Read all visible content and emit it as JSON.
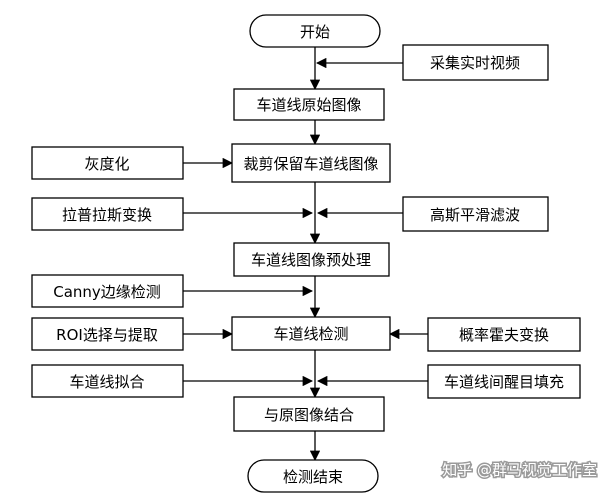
{
  "flowchart": {
    "start": "开始",
    "end": "检测结束",
    "main_steps": {
      "original_image": "车道线原始图像",
      "crop_keep": "裁剪保留车道线图像",
      "preprocess": "车道线图像预处理",
      "detect": "车道线检测",
      "combine": "与原图像结合"
    },
    "side_inputs": {
      "capture_video": "采集实时视频",
      "grayscale": "灰度化",
      "laplace": "拉普拉斯变换",
      "gaussian_smooth": "高斯平滑滤波",
      "canny": "Canny边缘检测",
      "roi": "ROI选择与提取",
      "hough": "概率霍夫变换",
      "lane_fit": "车道线拟合",
      "lane_gap_fill": "车道线间醒目填充"
    }
  },
  "watermark": "知乎 @群马视觉工作室"
}
